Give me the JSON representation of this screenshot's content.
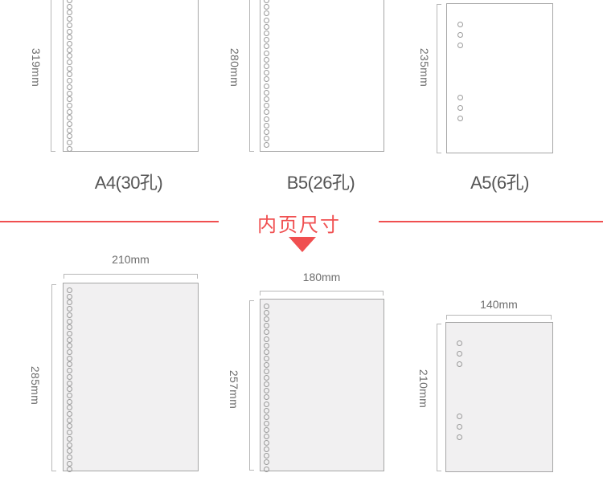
{
  "top_row": {
    "items": [
      {
        "name": "A4(30孔)",
        "height_label": "319mm",
        "holes": 30
      },
      {
        "name": "B5(26孔)",
        "height_label": "280mm",
        "holes": 26
      },
      {
        "name": "A5(6孔)",
        "height_label": "235mm",
        "holes": 6
      }
    ]
  },
  "divider": {
    "title": "内页尺寸",
    "accent_color": "#f04f50",
    "arrow_icon": "down-triangle-icon"
  },
  "bottom_row": {
    "items": [
      {
        "width_label": "210mm",
        "height_label": "285mm"
      },
      {
        "width_label": "180mm",
        "height_label": "257mm"
      },
      {
        "width_label": "140mm",
        "height_label": "210mm"
      }
    ]
  },
  "colors": {
    "accent": "#f04f50",
    "page_border": "#a6a6a6",
    "inner_page_fill": "#f1f0f1",
    "label_text": "#555555",
    "dimension_text": "#6e6e6e"
  }
}
